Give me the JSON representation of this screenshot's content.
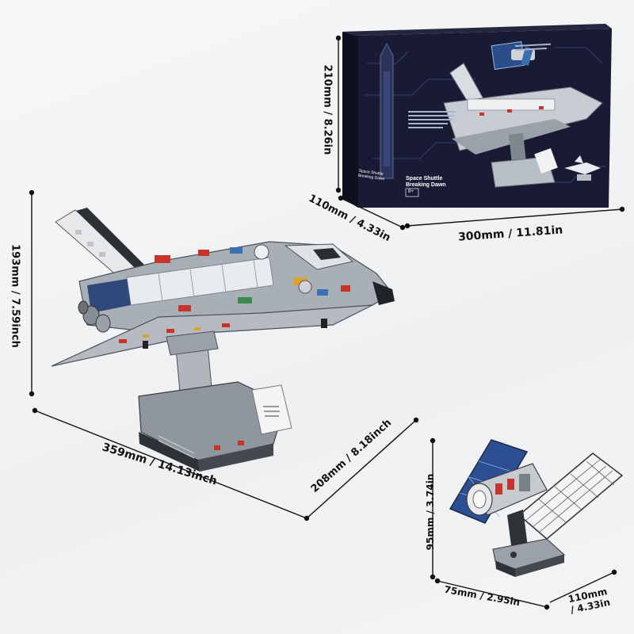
{
  "dimensions": {
    "box_height": "210mm / 8.26in",
    "box_depth": "110mm / 4.33in",
    "box_width": "300mm / 11.81in",
    "shuttle_height": "193mm / 7.59inch",
    "shuttle_length": "359mm / 14.13inch",
    "shuttle_depth": "208mm / 8.18inch",
    "telescope_height": "95mm / 3.74in",
    "telescope_width": "75mm / 2.95in",
    "telescope_depth_line1": "110mm",
    "telescope_depth_line2": "/ 4.33in"
  },
  "box": {
    "title_line1": "Space Shuttle",
    "title_line2": "Breaking Dawn",
    "side_title_line1": "Space Shuttle",
    "side_title_line2": "Breaking Dawn",
    "age": "8+"
  },
  "colors": {
    "box_dark": "#15172b",
    "box_front": "#1b1e38",
    "accent_blue": "#3d6fb5",
    "lego_grey": "#9aa1a8",
    "lego_dark": "#3a3d42",
    "lego_red": "#c8342c"
  }
}
